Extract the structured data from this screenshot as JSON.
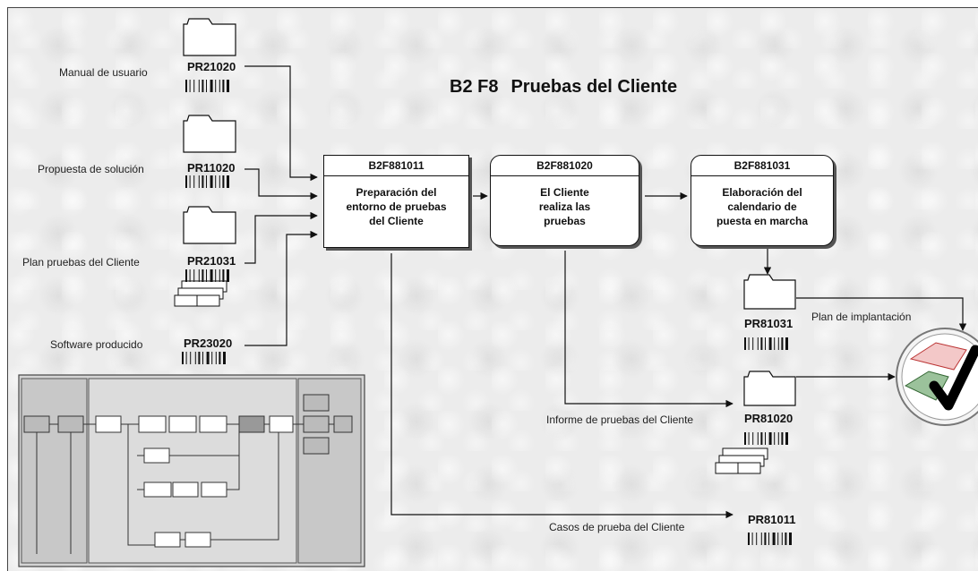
{
  "title": {
    "part1": "B2 F8",
    "part2": "Pruebas del Cliente"
  },
  "inputs": [
    {
      "label": "Manual de usuario",
      "code": "PR21020"
    },
    {
      "label": "Propuesta de solución",
      "code": "PR11020"
    },
    {
      "label": "Plan pruebas del Cliente",
      "code": "PR21031"
    },
    {
      "label": "Software producido",
      "code": "PR23020"
    }
  ],
  "processes": [
    {
      "code": "B2F881011",
      "lines": [
        "Preparación del",
        "entorno de pruebas",
        "del Cliente"
      ]
    },
    {
      "code": "B2F881020",
      "lines": [
        "El Cliente",
        "realiza las",
        "pruebas"
      ]
    },
    {
      "code": "B2F881031",
      "lines": [
        "Elaboración del",
        "calendario de",
        "puesta en marcha"
      ]
    }
  ],
  "outputs": [
    {
      "label": "Plan de implantación",
      "code": "PR81031"
    },
    {
      "label": "Informe de pruebas del Cliente",
      "code": "PR81020"
    },
    {
      "label": "Casos de prueba del Cliente",
      "code": "PR81011"
    }
  ]
}
